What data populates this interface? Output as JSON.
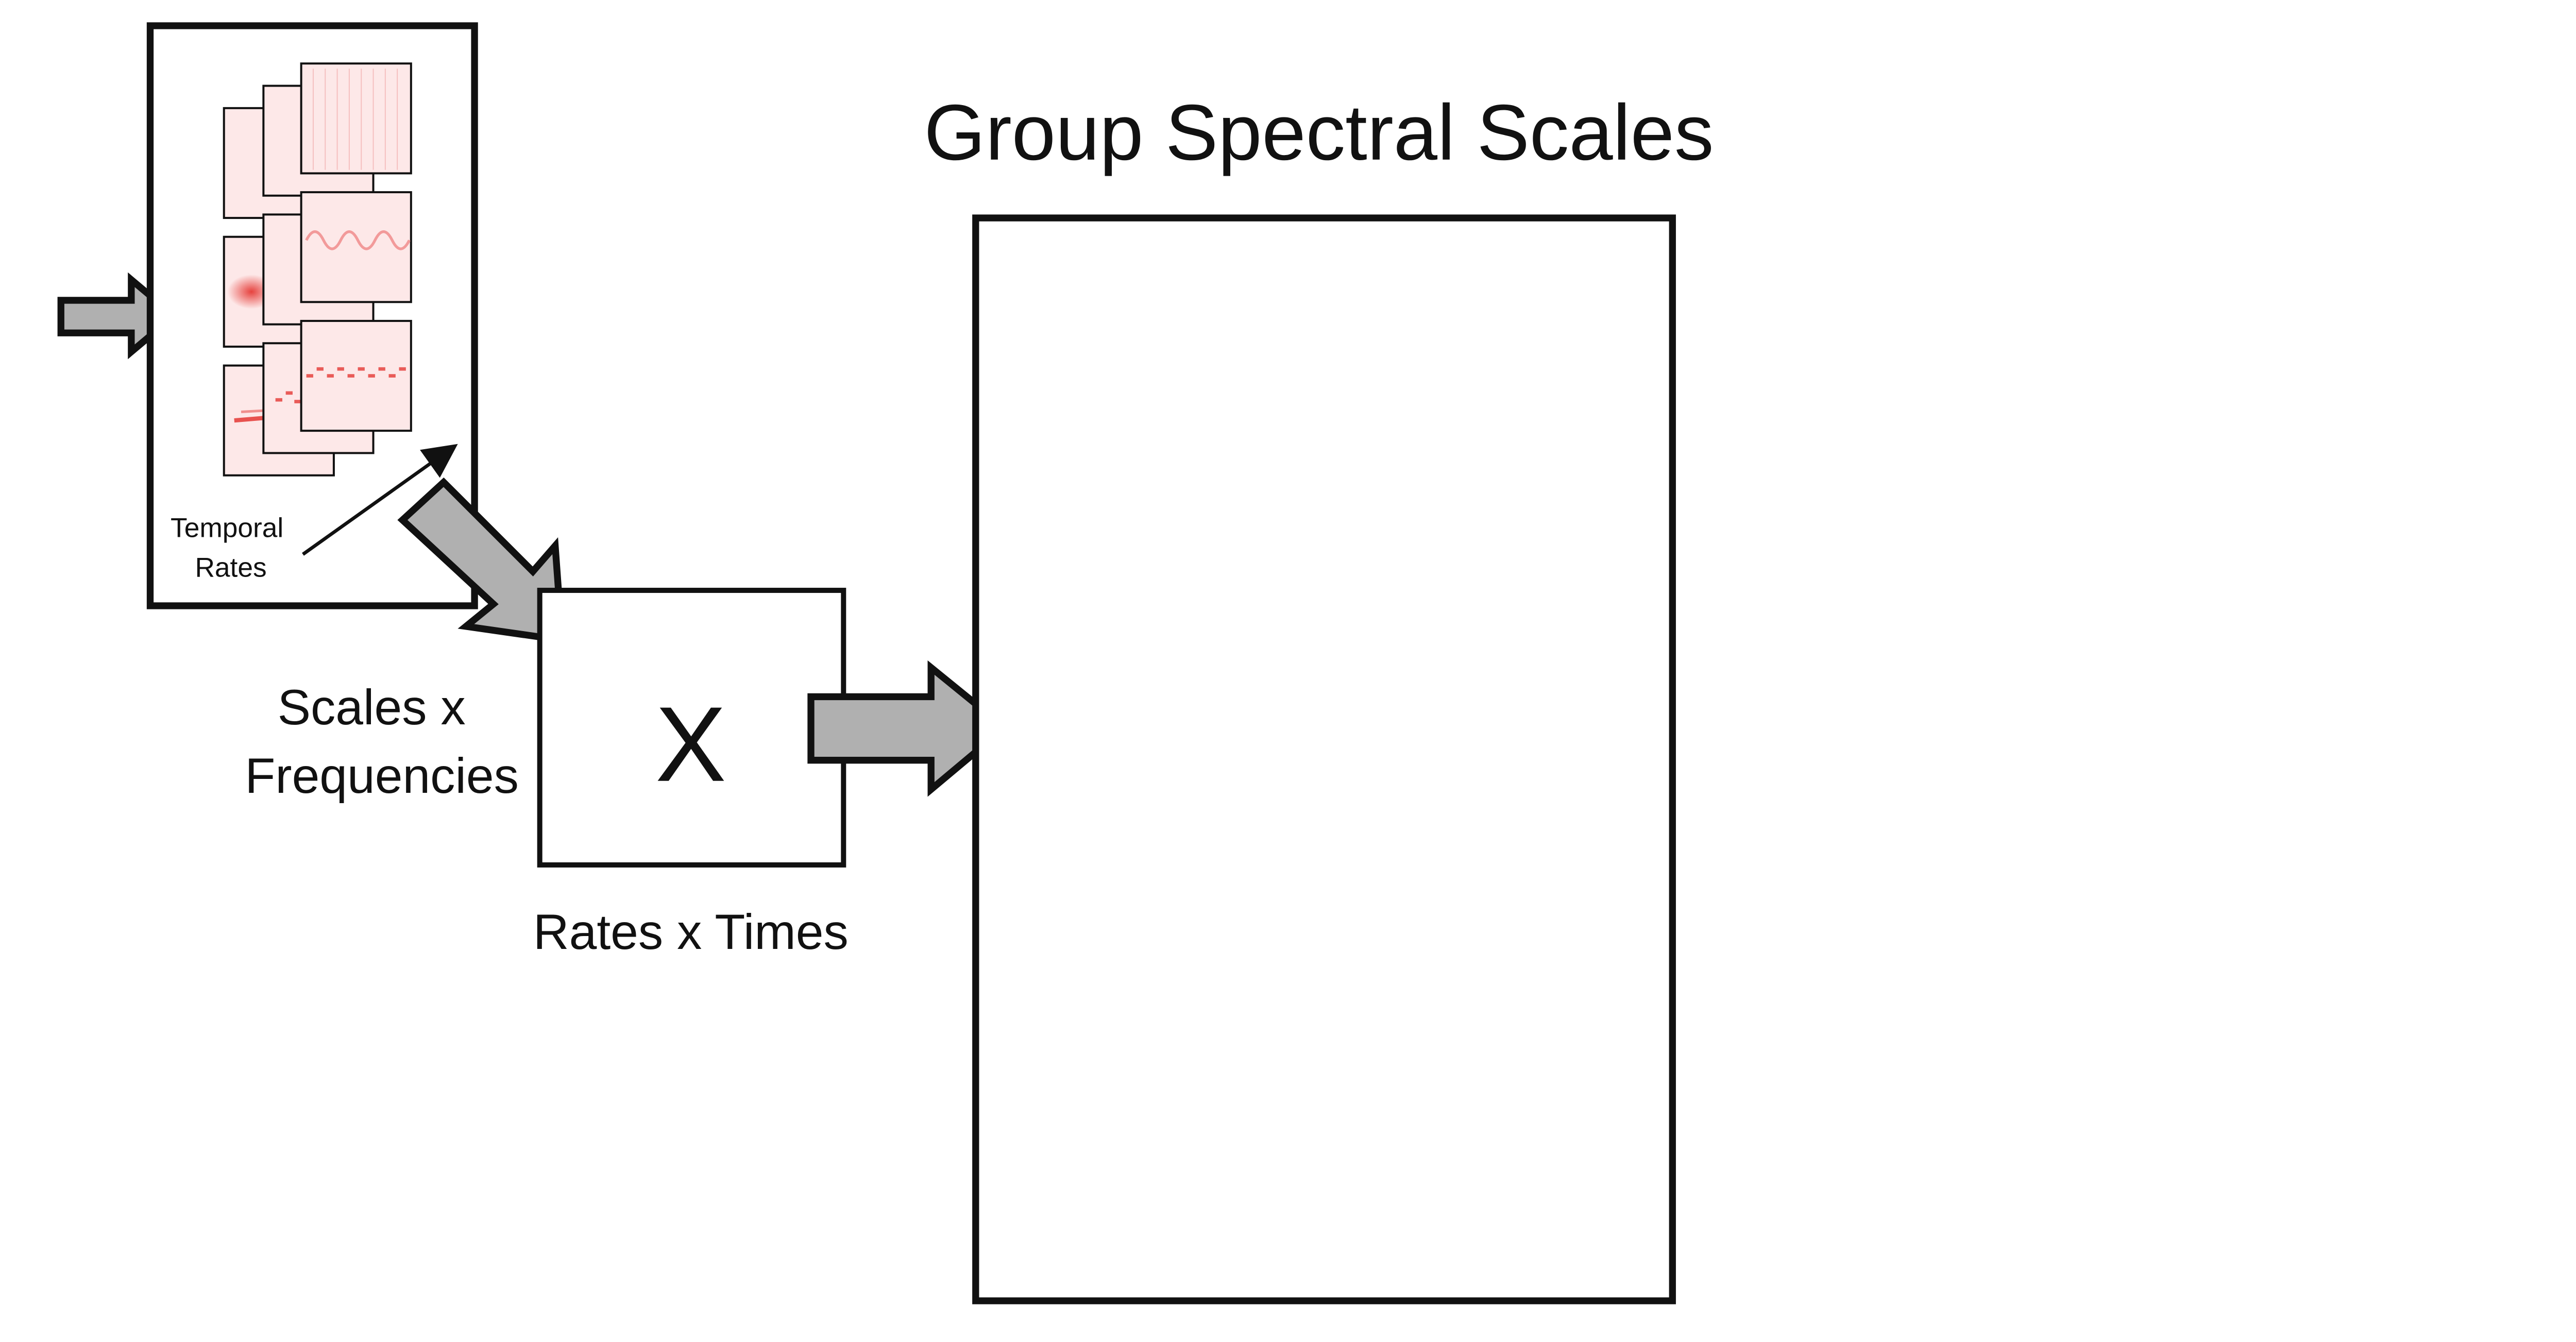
{
  "title": "Group Spectral Scales",
  "labels": {
    "temporal_rates": [
      "Temporal",
      "Rates"
    ],
    "operator": "X",
    "matrix_rows": [
      "Scales x",
      "Frequencies"
    ],
    "matrix_cols": "Rates x Times"
  },
  "colors": {
    "arrow_fill": "#b0b0b0",
    "stroke": "#111111",
    "panel_tint": "#fde8e8",
    "spectral_red": "#e53935"
  }
}
